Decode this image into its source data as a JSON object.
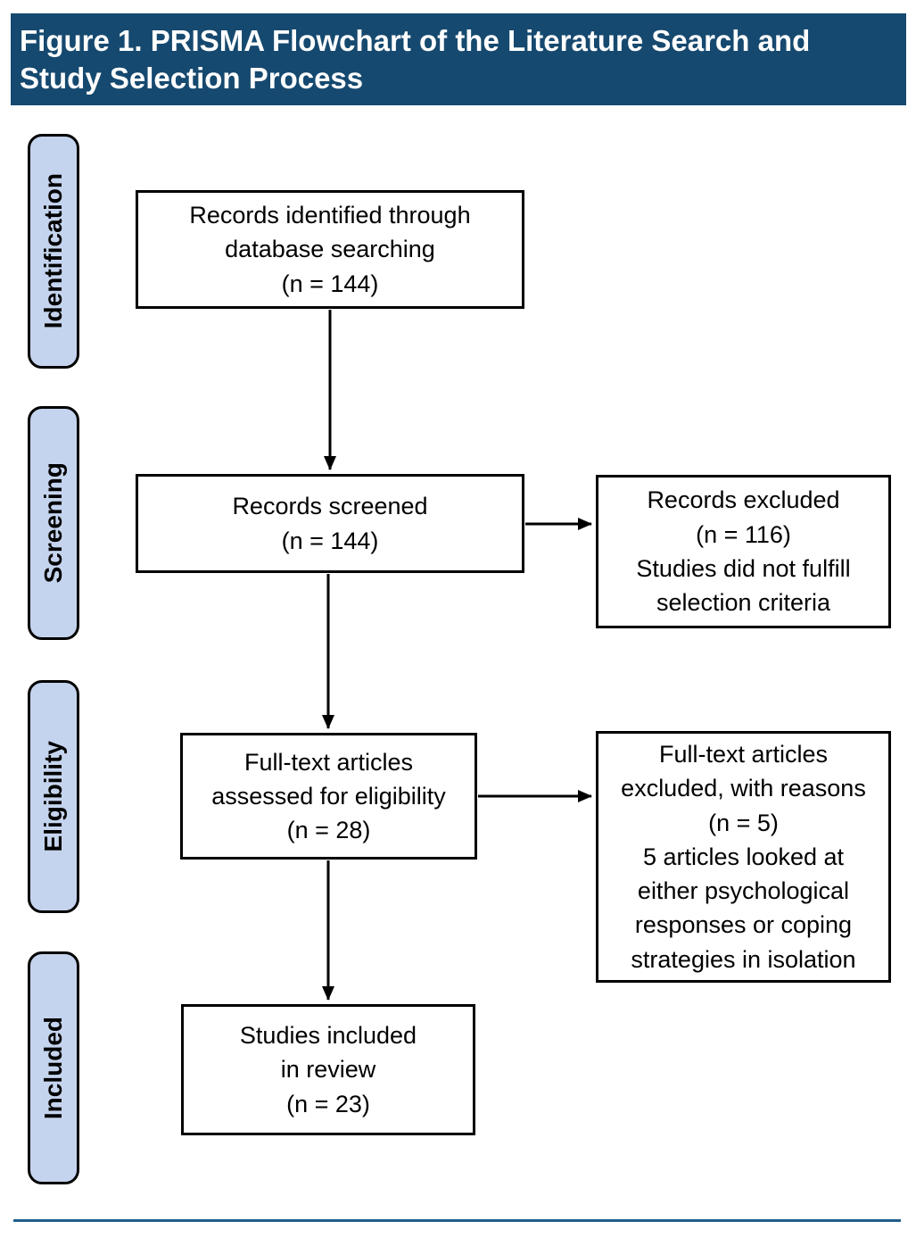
{
  "title": "Figure 1. PRISMA Flowchart of the Literature Search and Study Selection Process",
  "stage_labels": [
    {
      "label": "Identification"
    },
    {
      "label": "Screening"
    },
    {
      "label": "Eligibility"
    },
    {
      "label": "Included"
    }
  ],
  "flowchart": {
    "main_boxes": [
      {
        "id": "records-identified",
        "n": 144,
        "lines": [
          "Records identified through",
          "database searching",
          "(n = 144)"
        ]
      },
      {
        "id": "records-screened",
        "n": 144,
        "lines": [
          "Records screened",
          "(n = 144)"
        ]
      },
      {
        "id": "fulltext-assessed",
        "n": 28,
        "lines": [
          "Full-text articles",
          "assessed for eligibility",
          "(n = 28)"
        ]
      },
      {
        "id": "studies-included",
        "n": 23,
        "lines": [
          "Studies included",
          "in review",
          "(n = 23)"
        ]
      }
    ],
    "exclusion_boxes": [
      {
        "id": "records-excluded",
        "n": 116,
        "lines": [
          "Records excluded",
          "(n = 116)",
          "Studies did not fulfill",
          "selection criteria"
        ]
      },
      {
        "id": "fulltext-excluded",
        "n": 5,
        "lines": [
          "Full-text articles",
          "excluded, with reasons",
          "(n = 5)",
          "5 articles looked at",
          "either psychological",
          "responses or coping",
          "strategies in isolation"
        ]
      }
    ]
  },
  "colors": {
    "header_bg": "#16496f",
    "stage_label_bg": "#c5d4ee",
    "divider": "#205d8c",
    "box_border": "#000000"
  }
}
